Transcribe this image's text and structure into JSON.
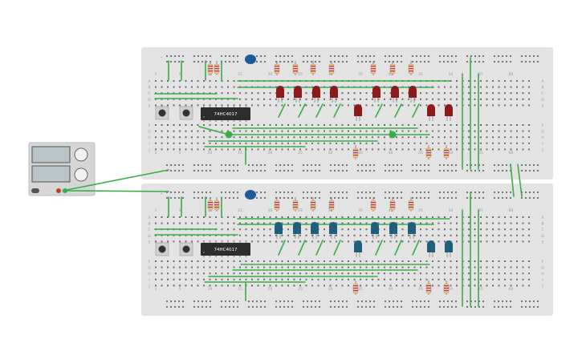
{
  "boards": [
    {
      "id": "top",
      "chip_label": "74HC4017",
      "row_letters_top": [
        "A",
        "B",
        "C",
        "D",
        "E"
      ],
      "row_letters_bottom": [
        "F",
        "G",
        "H",
        "I",
        "J"
      ],
      "column_numbers": [
        "1",
        "5",
        "10",
        "15",
        "20",
        "25",
        "30",
        "35",
        "40",
        "45",
        "50",
        "55",
        "60"
      ],
      "led_color": "#8b1a1a"
    },
    {
      "id": "bottom",
      "chip_label": "74HC4017",
      "row_letters_top": [
        "A",
        "B",
        "C",
        "D",
        "E"
      ],
      "row_letters_bottom": [
        "F",
        "G",
        "H",
        "I",
        "J"
      ],
      "column_numbers": [
        "1",
        "5",
        "10",
        "15",
        "20",
        "25",
        "30",
        "35",
        "40",
        "45",
        "50",
        "55",
        "60"
      ],
      "led_color": "#1f5f7a"
    }
  ],
  "power_supply": {
    "name": "power-supply",
    "terminal_colors": [
      "#333333",
      "#c0392b",
      "#27ae60"
    ]
  },
  "colors": {
    "board": "#e3e3e3",
    "wire": "#3aad48",
    "hole": "#6b6b6b",
    "capacitor": "#1e5a9a",
    "resistor_body": "#e8c79a"
  }
}
